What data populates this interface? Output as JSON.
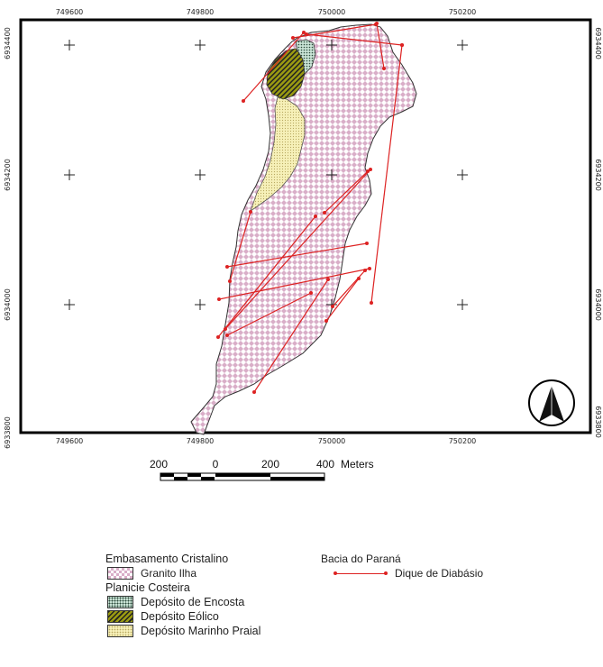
{
  "map": {
    "x_ticks": [
      "749600",
      "749800",
      "750000",
      "750200"
    ],
    "y_ticks": [
      "6934400",
      "6934200",
      "6934000",
      "6933800"
    ],
    "north_arrow_icon": "north-arrow-icon"
  },
  "scale_bar": {
    "labels": [
      "200",
      "0",
      "200",
      "400"
    ],
    "unit": "Meters"
  },
  "legend": {
    "groups": [
      {
        "header": "Embasamento Cristalino",
        "items": [
          {
            "label": "Granito Ilha"
          }
        ]
      },
      {
        "header": "Planicie Costeira",
        "items": [
          {
            "label": "Depósito de Encosta"
          },
          {
            "label": "Depósito Eólico"
          },
          {
            "label": "Depósito Marinho Praial"
          }
        ]
      },
      {
        "header": "Bacia do Paraná",
        "items": [
          {
            "label": "Dique de Diabásio"
          }
        ]
      }
    ]
  },
  "colors": {
    "granito": "#d9aec8",
    "encosta": "#c9e3d5",
    "eolico": "#9a9a12",
    "marinho": "#f6f0b8",
    "dike": "#dd2222"
  }
}
